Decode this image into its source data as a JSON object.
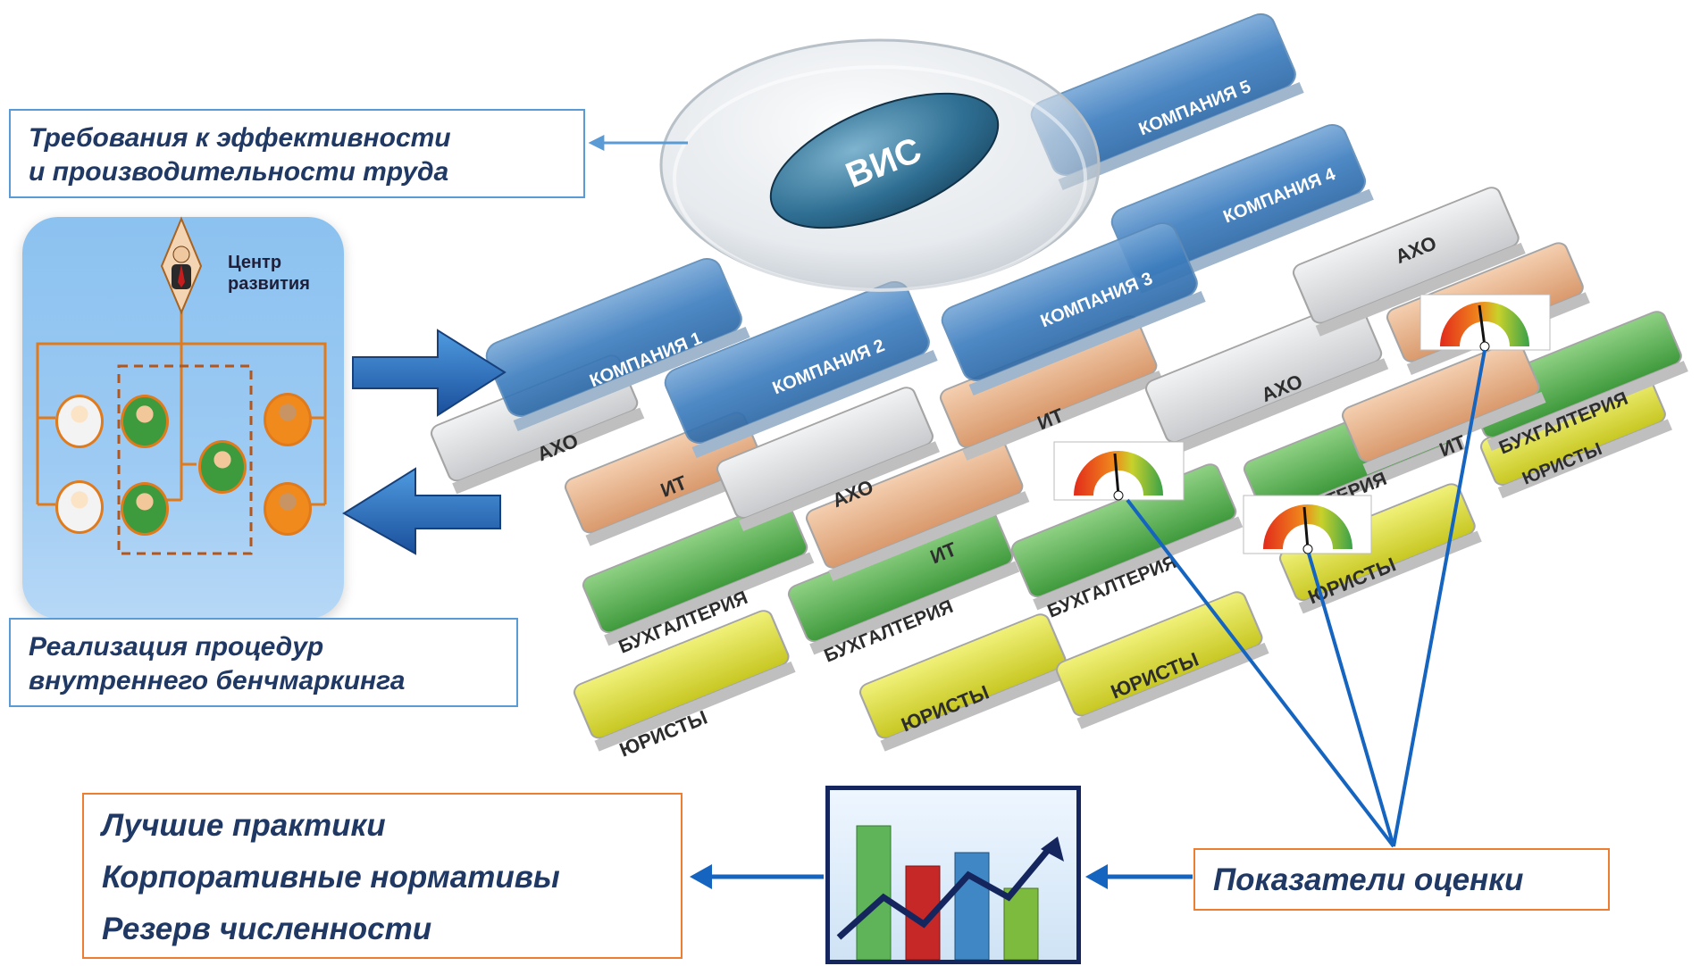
{
  "callouts": {
    "requirements": [
      "Требования к эффективности",
      "и производительности труда"
    ],
    "benchmarking": [
      "Реализация процедур",
      "внутреннего бенчмаркинга"
    ],
    "outcomes": [
      "Лучшие практики",
      "Корпоративные нормативы",
      "Резерв численности"
    ],
    "indicators": [
      "Показатели оценки"
    ]
  },
  "dev_center": {
    "label": "Центр\nразвития"
  },
  "hub": {
    "label": "ВИС"
  },
  "companies": [
    "КОМПАНИЯ 1",
    "КОМПАНИЯ 2",
    "КОМПАНИЯ 3",
    "КОМПАНИЯ 4",
    "КОМПАНИЯ 5"
  ],
  "departments": {
    "axo": "АХО",
    "it": "ИТ",
    "accounting": "БУХГАЛТЕРИЯ",
    "lawyers": "ЮРИСТЫ"
  },
  "colors": {
    "company": "#3a78b8",
    "axo": "#d9dadc",
    "it": "#e8b68f",
    "accounting": "#5fb45a",
    "lawyers": "#dede3a",
    "callout_blue": "#5b9bd5",
    "callout_orange": "#ed7d31",
    "connector_blue": "#1565c0",
    "arrow_blue": "#1f5fb5"
  },
  "icons": [
    "person-tie-icon",
    "person-icon",
    "gauge-icon",
    "bar-chart-icon",
    "arrow-right-icon",
    "arrow-left-icon"
  ]
}
